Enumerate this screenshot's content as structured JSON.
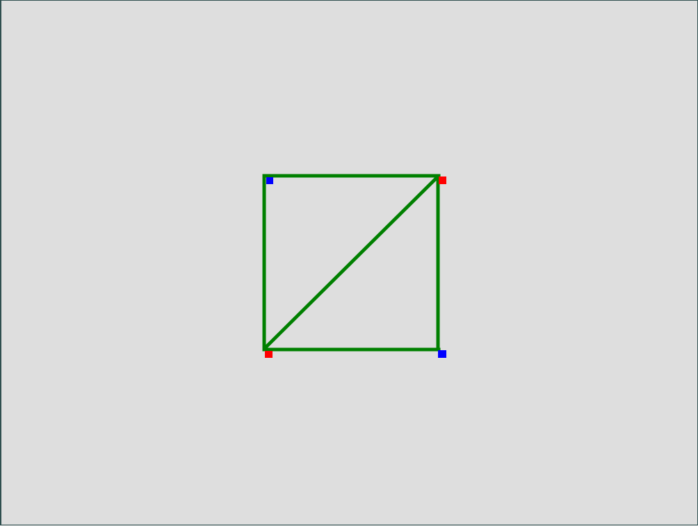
{
  "colors": {
    "background": "#dedede",
    "frame": "#2f4f4f",
    "edge": "#008000",
    "handle_red": "#ff0000",
    "handle_blue": "#0000ff"
  },
  "figure": {
    "shape": "square-with-diagonal",
    "edges": [
      "top",
      "right",
      "bottom",
      "left",
      "diagonal"
    ],
    "handles": [
      {
        "name": "top-left-handle",
        "color": "blue"
      },
      {
        "name": "top-right-handle",
        "color": "red"
      },
      {
        "name": "bottom-left-handle",
        "color": "red"
      },
      {
        "name": "bottom-right-handle",
        "color": "blue"
      }
    ]
  }
}
